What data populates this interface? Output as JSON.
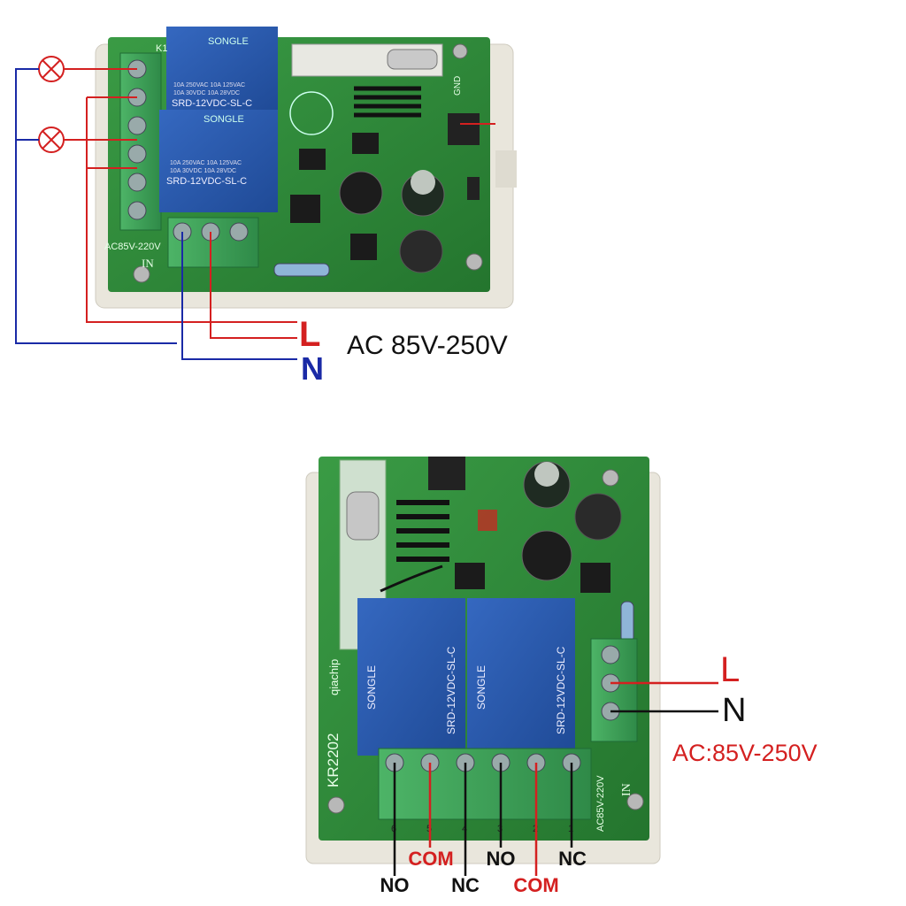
{
  "top_module": {
    "supply": {
      "line_label": "L",
      "neutral_label": "N",
      "voltage": "AC 85V-250V"
    },
    "board_print": {
      "ac_range": "AC85V-220V",
      "in": "IN",
      "key": "K1",
      "gnd": "GND"
    },
    "relays": [
      {
        "brand": "SONGLE",
        "model": "SRD-12VDC-SL-C",
        "rating_1": "10A 250VAC  10A 125VAC",
        "rating_2": "10A 30VDC  10A 28VDC"
      },
      {
        "brand": "SONGLE",
        "model": "SRD-12VDC-SL-C",
        "rating_1": "10A 250VAC  10A 125VAC",
        "rating_2": "10A 30VDC  10A 28VDC"
      }
    ]
  },
  "bottom_module": {
    "supply": {
      "line_label": "L",
      "neutral_label": "N",
      "voltage": "AC:85V-250V"
    },
    "board_print": {
      "model": "KR2202",
      "maker": "qiachip",
      "ac_range": "AC85V-220V",
      "in": "IN"
    },
    "relays": [
      {
        "brand": "SONGLE",
        "model": "SRD-12VDC-SL-C"
      },
      {
        "brand": "SONGLE",
        "model": "SRD-12VDC-SL-C"
      }
    ],
    "terminal_numbers": [
      "6",
      "5",
      "4",
      "3",
      "2",
      "1"
    ],
    "terminal_labels_row1": [
      "COM",
      "NO",
      "NC"
    ],
    "terminal_labels_row2": [
      "NO",
      "NC",
      "COM"
    ]
  },
  "colors": {
    "line": "#d42020",
    "neutral": "#1a2aa6",
    "pcb": "#2f8f3a",
    "relay": "#2a5fb5",
    "terminal": "#3fa35a"
  }
}
